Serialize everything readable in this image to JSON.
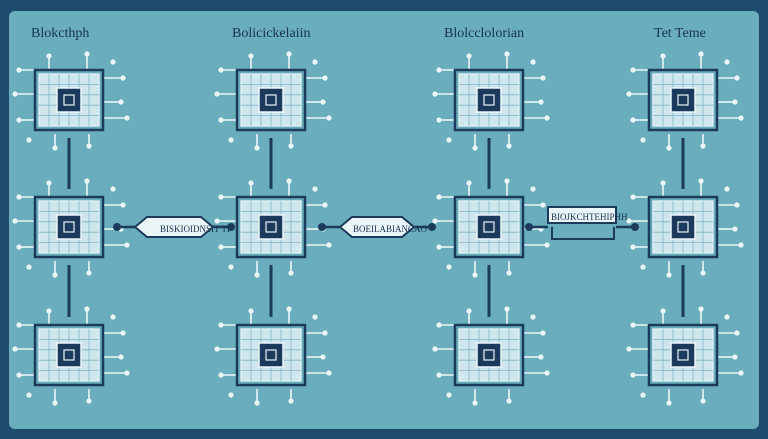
{
  "columns": [
    {
      "title": "Blokcthph",
      "icons": [
        "chip-icon",
        "document-icon",
        "shield-icon"
      ]
    },
    {
      "title": "Bolicickelaiin",
      "icons": [
        "chip-icon",
        "document-icon",
        "shield-icon"
      ]
    },
    {
      "title": "Blolcclolorian",
      "icons": [
        "chip-icon",
        "document-icon",
        "shield-icon"
      ]
    },
    {
      "title": "Tet Teme",
      "icons": [
        "chip-icon",
        "document-icon",
        "shield-icon"
      ]
    }
  ],
  "connectors": [
    {
      "label": "BISKIOIDNSIT TI"
    },
    {
      "label": "BOEILABIANCAO"
    },
    {
      "label": "BIOJKCHTEHIPHH"
    }
  ],
  "colors": {
    "background": "#1f4b6e",
    "panel": "#6aaebd",
    "node_dark": "#1c3b5c",
    "light": "#eaf5f8"
  }
}
